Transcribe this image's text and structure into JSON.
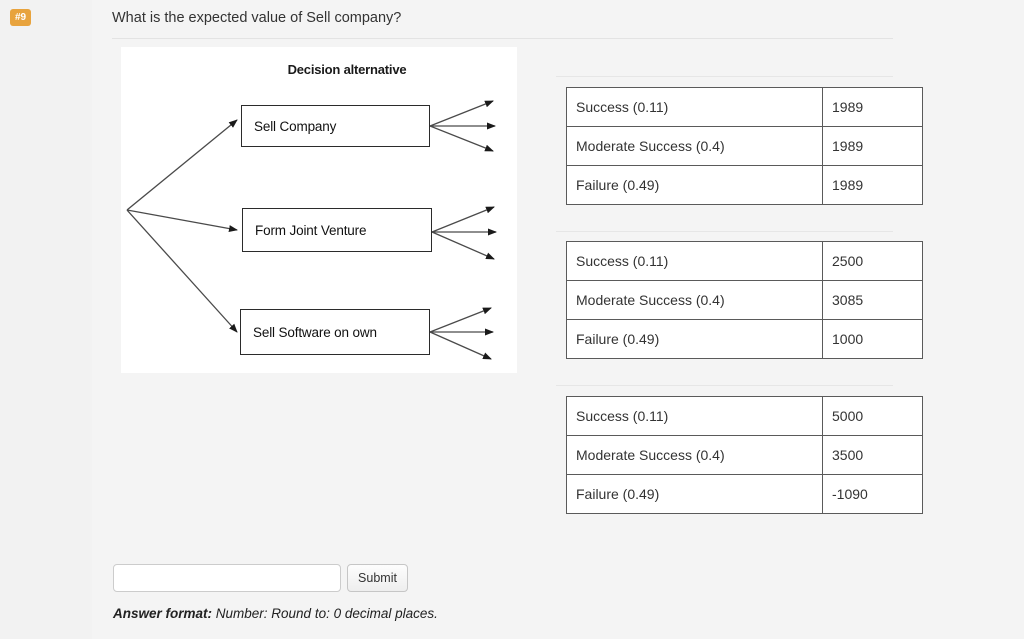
{
  "question": {
    "number_badge": "#9",
    "text": "What is the expected value of Sell company?"
  },
  "diagram": {
    "title": "Decision alternative",
    "nodes": [
      {
        "id": "sell-company",
        "label": "Sell Company"
      },
      {
        "id": "joint-venture",
        "label": "Form Joint Venture"
      },
      {
        "id": "sell-software",
        "label": "Sell Software on own"
      }
    ]
  },
  "tables": [
    {
      "id": "sell-company-payoffs",
      "rows": [
        {
          "outcome": "Success (0.11)",
          "value": "1989"
        },
        {
          "outcome": "Moderate Success (0.4)",
          "value": "1989"
        },
        {
          "outcome": "Failure (0.49)",
          "value": "1989"
        }
      ]
    },
    {
      "id": "joint-venture-payoffs",
      "rows": [
        {
          "outcome": "Success (0.11)",
          "value": "2500"
        },
        {
          "outcome": "Moderate Success (0.4)",
          "value": "3085"
        },
        {
          "outcome": "Failure (0.49)",
          "value": "1000"
        }
      ]
    },
    {
      "id": "sell-software-payoffs",
      "rows": [
        {
          "outcome": "Success (0.11)",
          "value": "5000"
        },
        {
          "outcome": "Moderate Success (0.4)",
          "value": "3500"
        },
        {
          "outcome": " Failure (0.49)",
          "value": "-1090"
        }
      ]
    }
  ],
  "answer": {
    "input_value": "",
    "input_placeholder": "",
    "submit_label": "Submit",
    "format_label": "Answer format:",
    "format_text": " Number: Round to: 0 decimal places."
  },
  "colors": {
    "badge": "#e8a33d",
    "page_background": "#f4f4f4",
    "panel_background": "#ffffff",
    "table_border": "#5a5a5a",
    "divider": "#e3e3e3"
  }
}
